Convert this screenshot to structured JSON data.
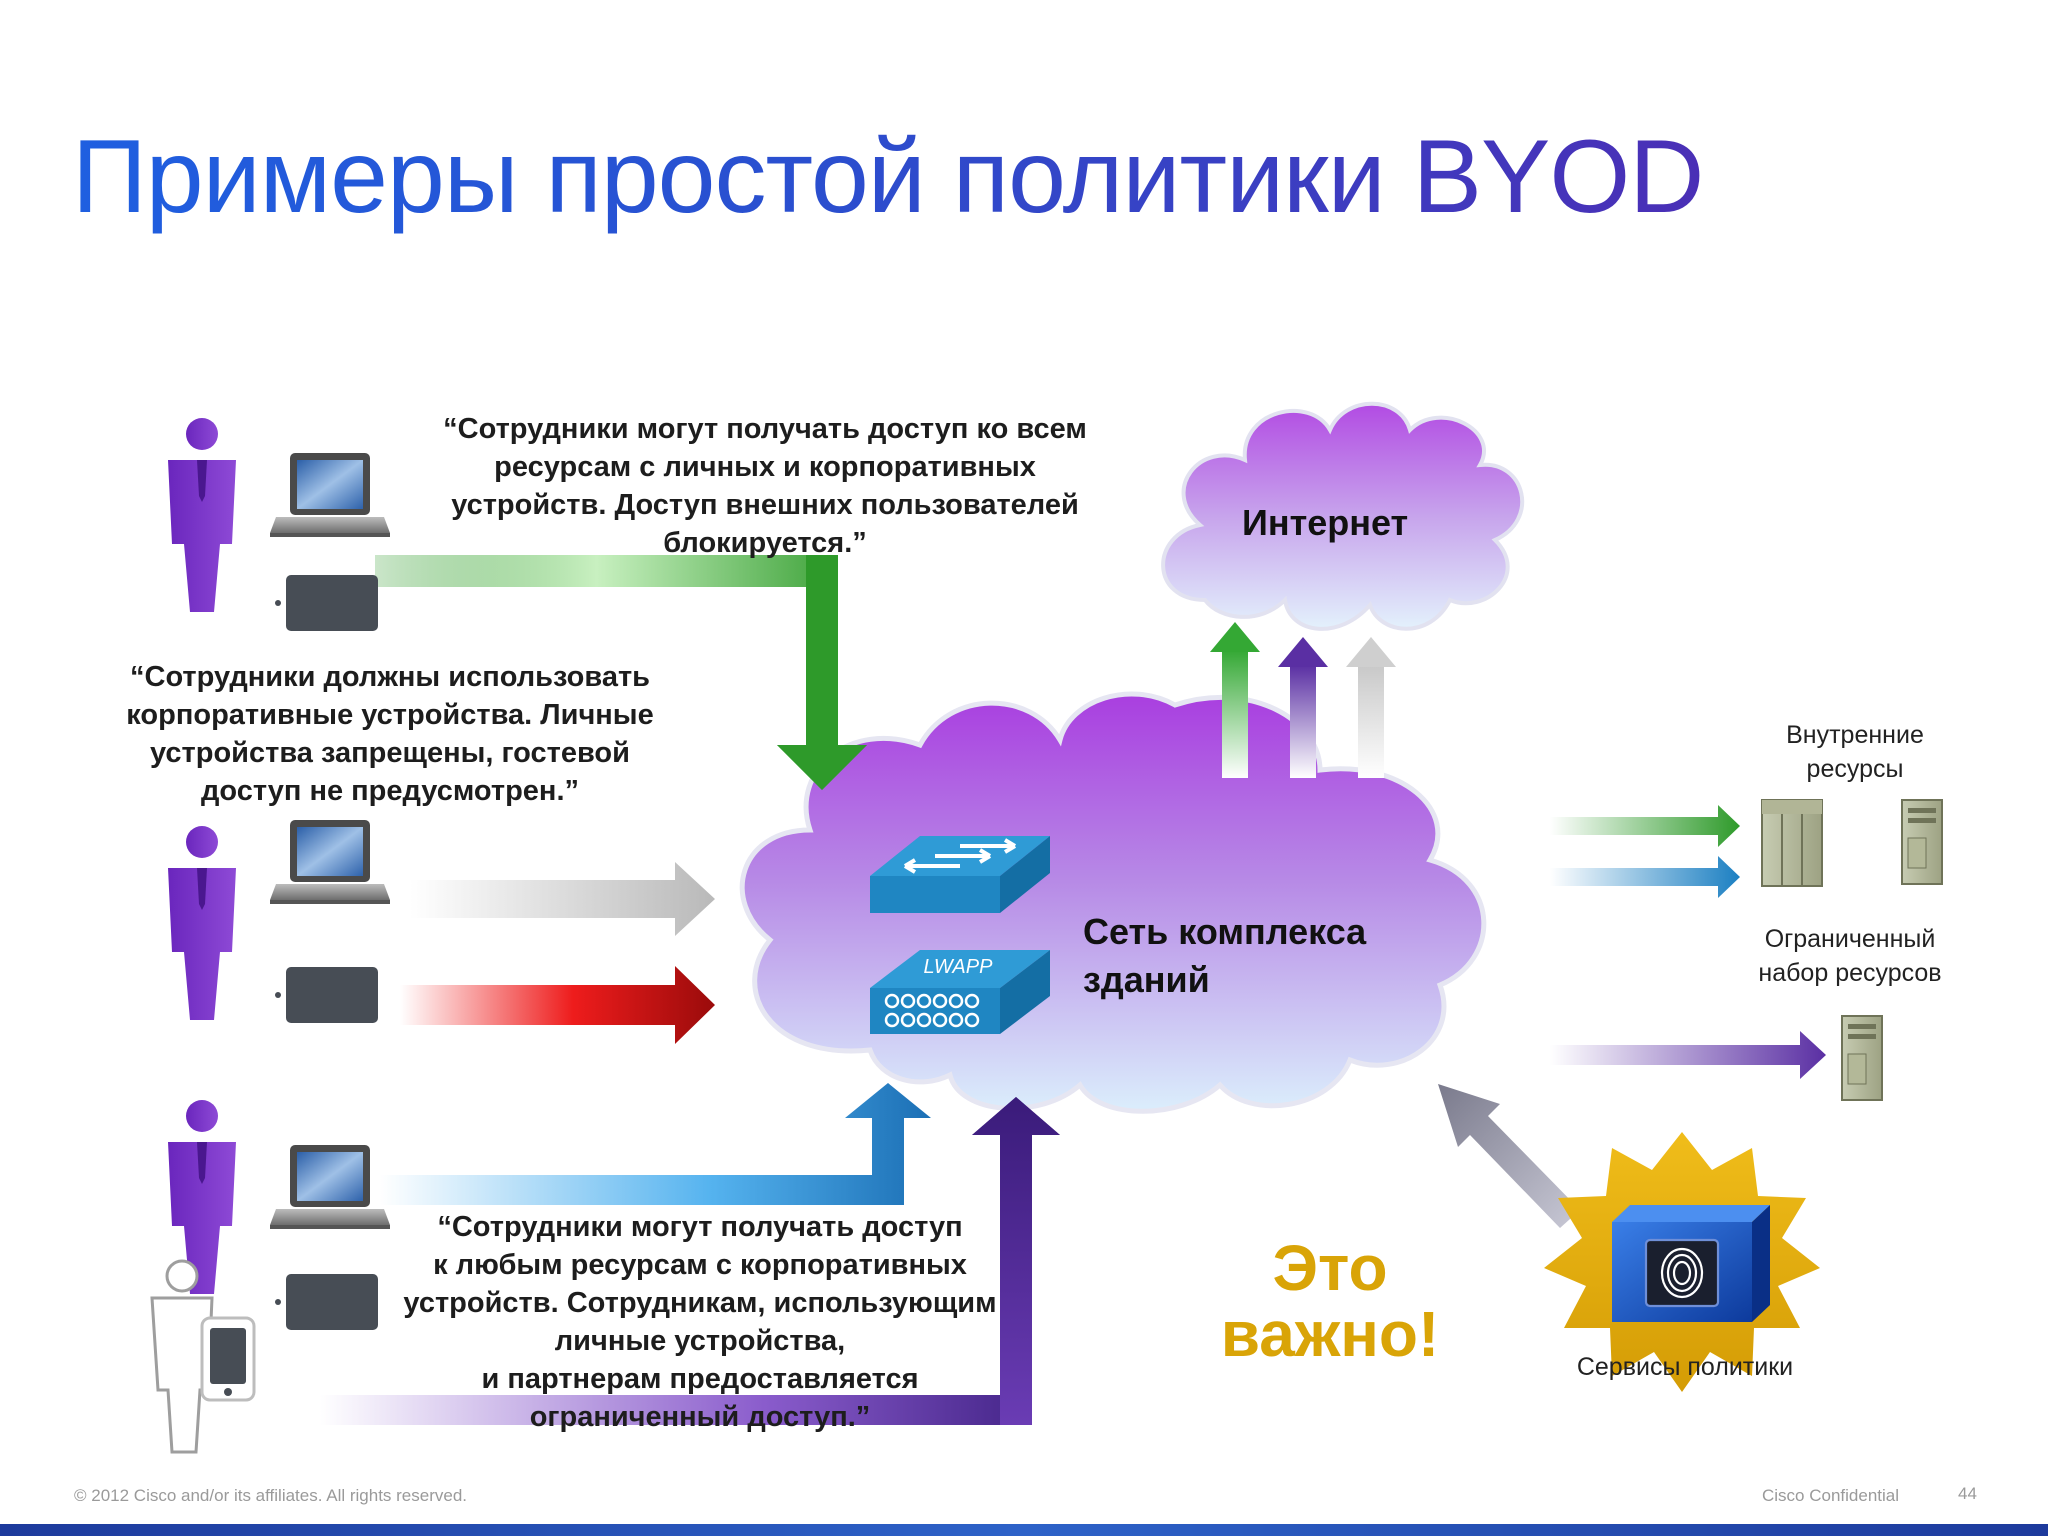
{
  "slide": {
    "title": "Примеры простой политики BYOD",
    "quotes": {
      "q1": "“Сотрудники могут получать доступ ко всем\nресурсам с личных и корпоративных\nустройств.  Доступ внешних пользователей\nблокируется.”",
      "q2": "“Сотрудники должны использовать\nкорпоративные устройства. Личные\nустройства запрещены, гостевой\nдоступ не предусмотрен.”",
      "q3": "“Сотрудники могут получать доступ\nк любым ресурсам с корпоративных\nустройств. Сотрудникам, использующим\nличные устройства,\nи партнерам предоставляется\nограниченный доступ.”"
    },
    "internet_label": "Интернет",
    "campus_label": "Сеть комплекса\nзданий",
    "internal_resources_label": "Внутренние\nресурсы",
    "limited_resources_label": "Ограниченный\nнабор ресурсов",
    "policy_services_label": "Сервисы политики",
    "important_label": "Это\nважно!",
    "lwapp_label": "LWAPP",
    "footer_left": "© 2012 Cisco and/or its affiliates. All rights reserved.",
    "footer_center": "Cisco Confidential",
    "page_number": "44"
  },
  "icons": [
    "person-icon",
    "laptop-icon",
    "tablet-icon",
    "switch-icon",
    "access-point-icon",
    "server-icon",
    "fingerprint-icon"
  ],
  "colors": {
    "title": "#2256d6",
    "person": "#7a35c8",
    "green_arrow": "#2e9a2a",
    "red_arrow": "#c40f0f",
    "blue_arrow": "#1b7fc2",
    "purple_arrow": "#4b2a8c",
    "important": "#d9a407",
    "star": "#e8b30c"
  }
}
